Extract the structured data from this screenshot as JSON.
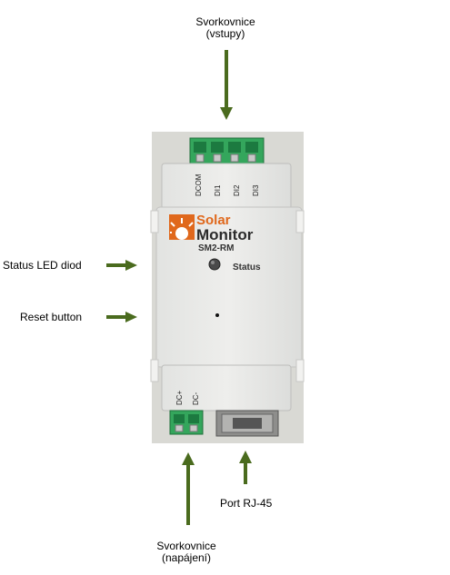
{
  "labels": {
    "inputs_line1": "Svorkovnice",
    "inputs_line2": "(vstupy)",
    "status_led": "Status LED diod",
    "reset_button": "Reset button",
    "port": "Port RJ-45",
    "power_line1": "Svorkovnice",
    "power_line2": "(napájení)"
  },
  "device": {
    "terminals_top": [
      "DCOM",
      "DI1",
      "DI2",
      "DI3"
    ],
    "terminals_bottom": [
      "DC+",
      "DC-"
    ],
    "logo_line1": "Solar",
    "logo_line2": "Monitor",
    "model": "SM2-RM",
    "status_label": "Status"
  },
  "colors": {
    "arrow": "#4a6b1e",
    "terminal_green": "#2fa35a",
    "logo_orange": "#e0681c"
  }
}
